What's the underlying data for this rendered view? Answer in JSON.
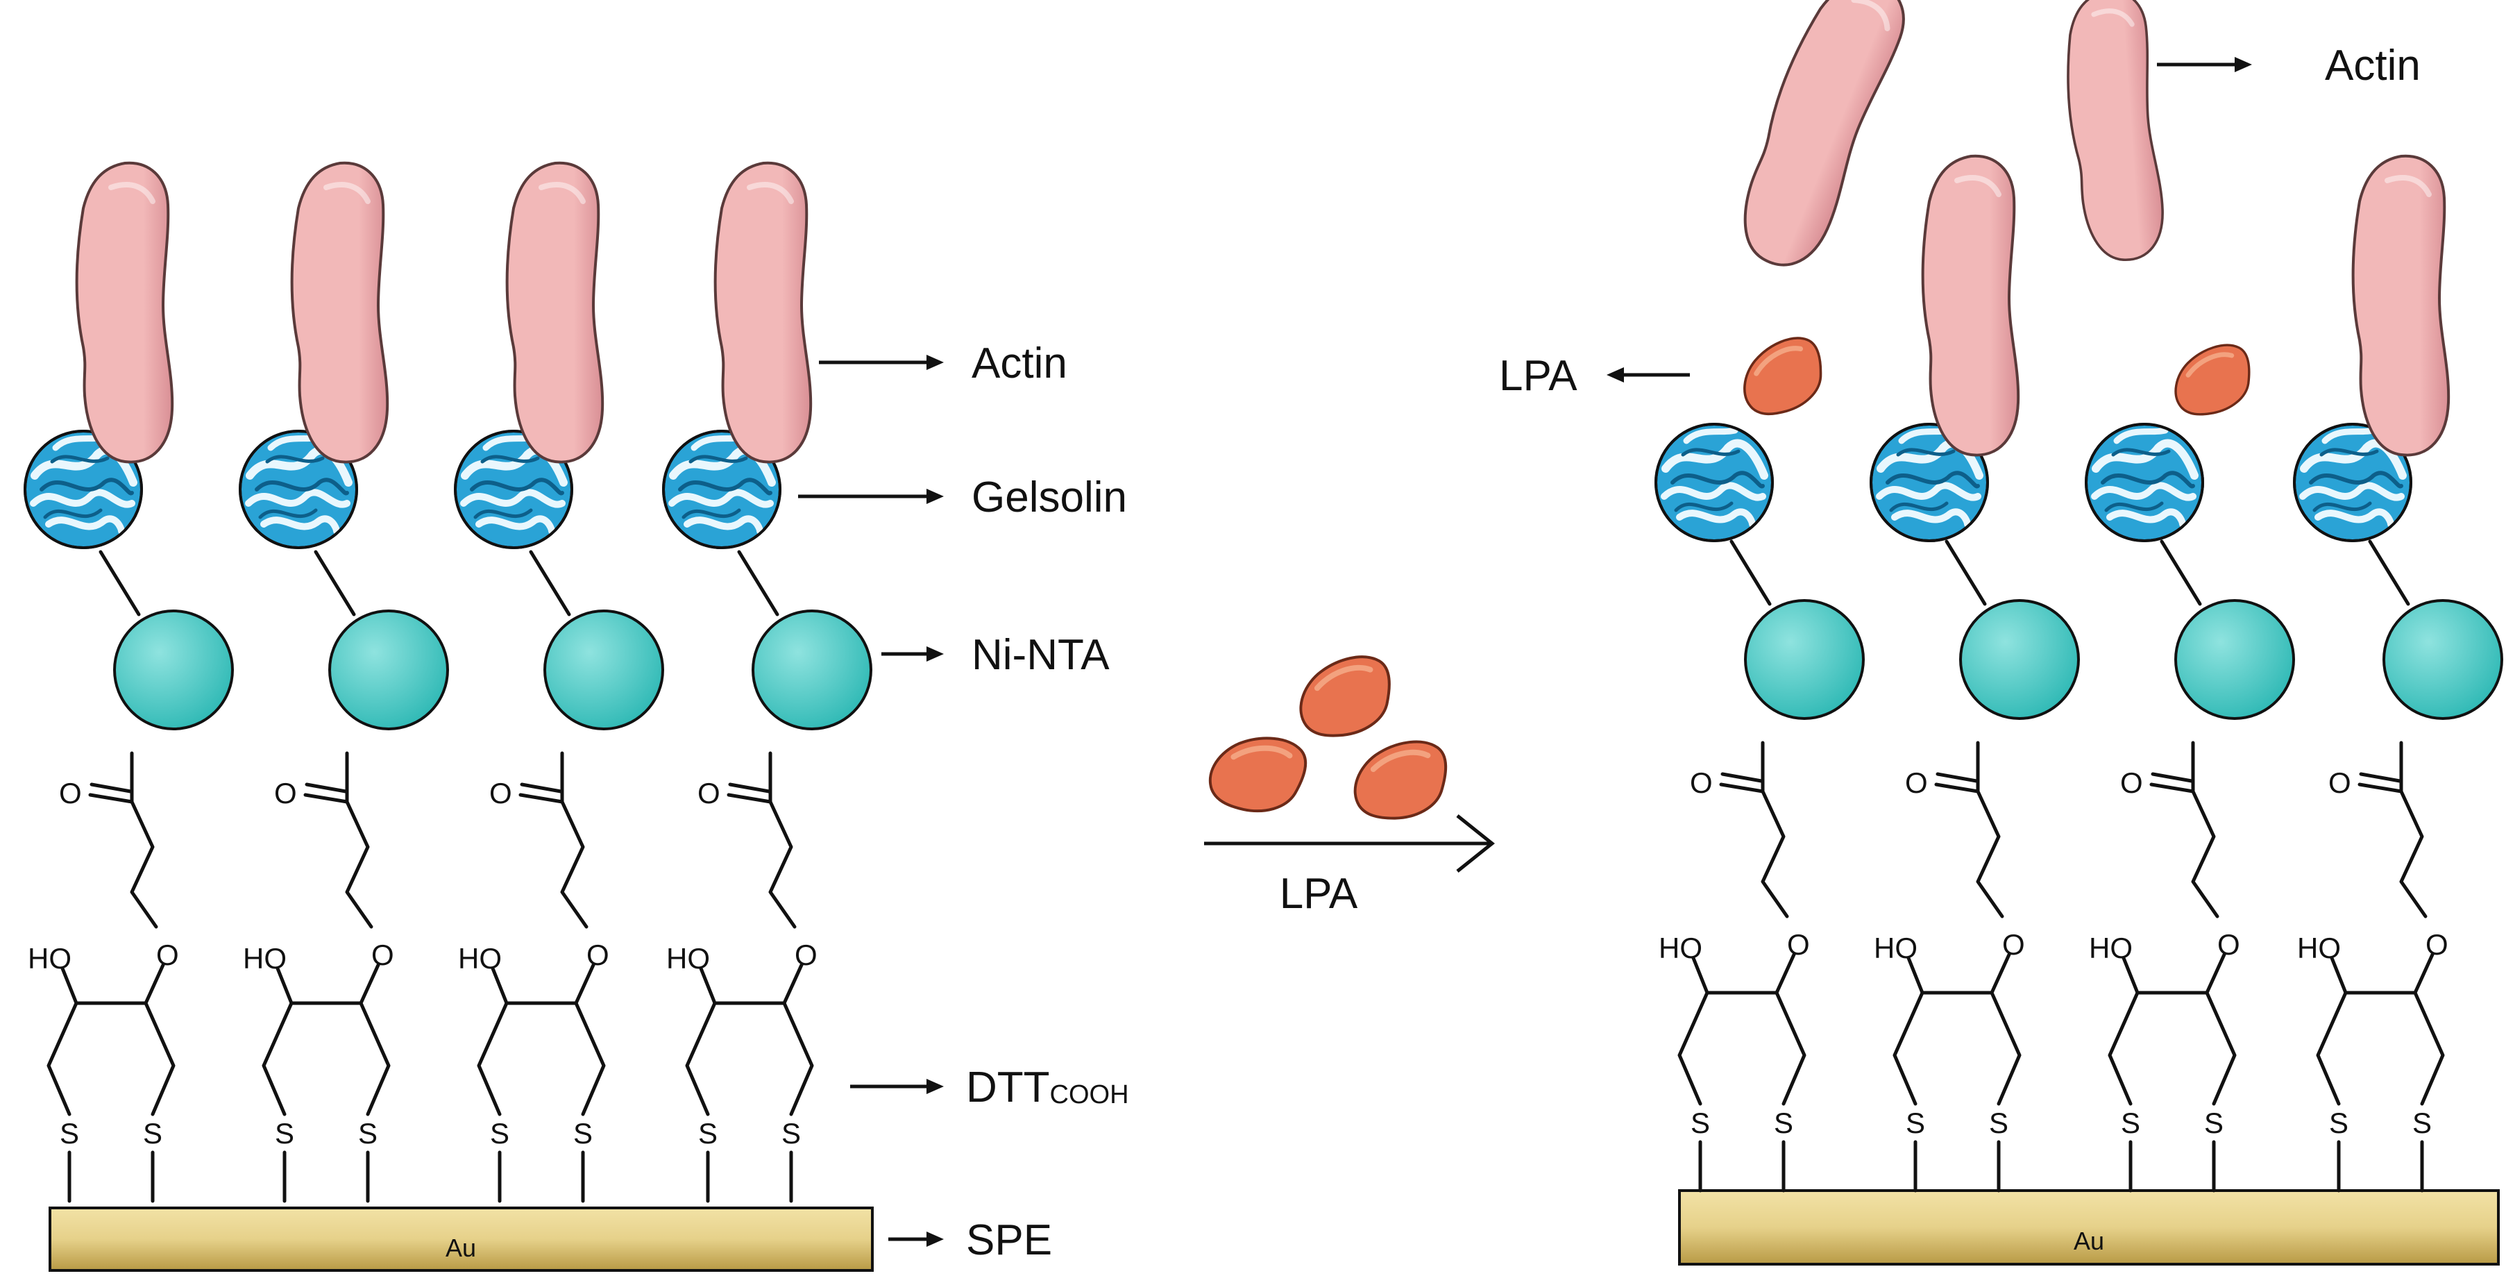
{
  "labels": {
    "actin_left": "Actin",
    "gelsolin": "Gelsolin",
    "ni_nta": "Ni-NTA",
    "dtt_main": "DTT",
    "dtt_sub": "COOH",
    "spe": "SPE",
    "reaction_lpa": "LPA",
    "lpa_right": "LPA",
    "actin_right": "Actin"
  },
  "atoms": {
    "oxygen": "O",
    "hydroxyl": "HO",
    "sulfur": "S",
    "gold": "Au"
  },
  "colors": {
    "actin_fill": "#f2b8b8",
    "actin_shade": "#d98f95",
    "actin_stroke": "#5a3a3a",
    "gelsolin_fill": "#2aa3d6",
    "gelsolin_light": "#e9f7fd",
    "gelsolin_dark": "#0d5f8a",
    "nta_fill": "#2fb9b5",
    "nta_highlight": "#8fe3df",
    "lpa_fill": "#e8734f",
    "lpa_highlight": "#f3a27f",
    "electrode_fill": "#e6d18a",
    "electrode_edge": "#b89a45",
    "line": "#111111"
  },
  "icons": {
    "gelsolin": "crumpled-protein-ball",
    "ni_nta": "sphere",
    "actin": "elongated-filament",
    "lpa": "rounded-triangle-blob"
  }
}
